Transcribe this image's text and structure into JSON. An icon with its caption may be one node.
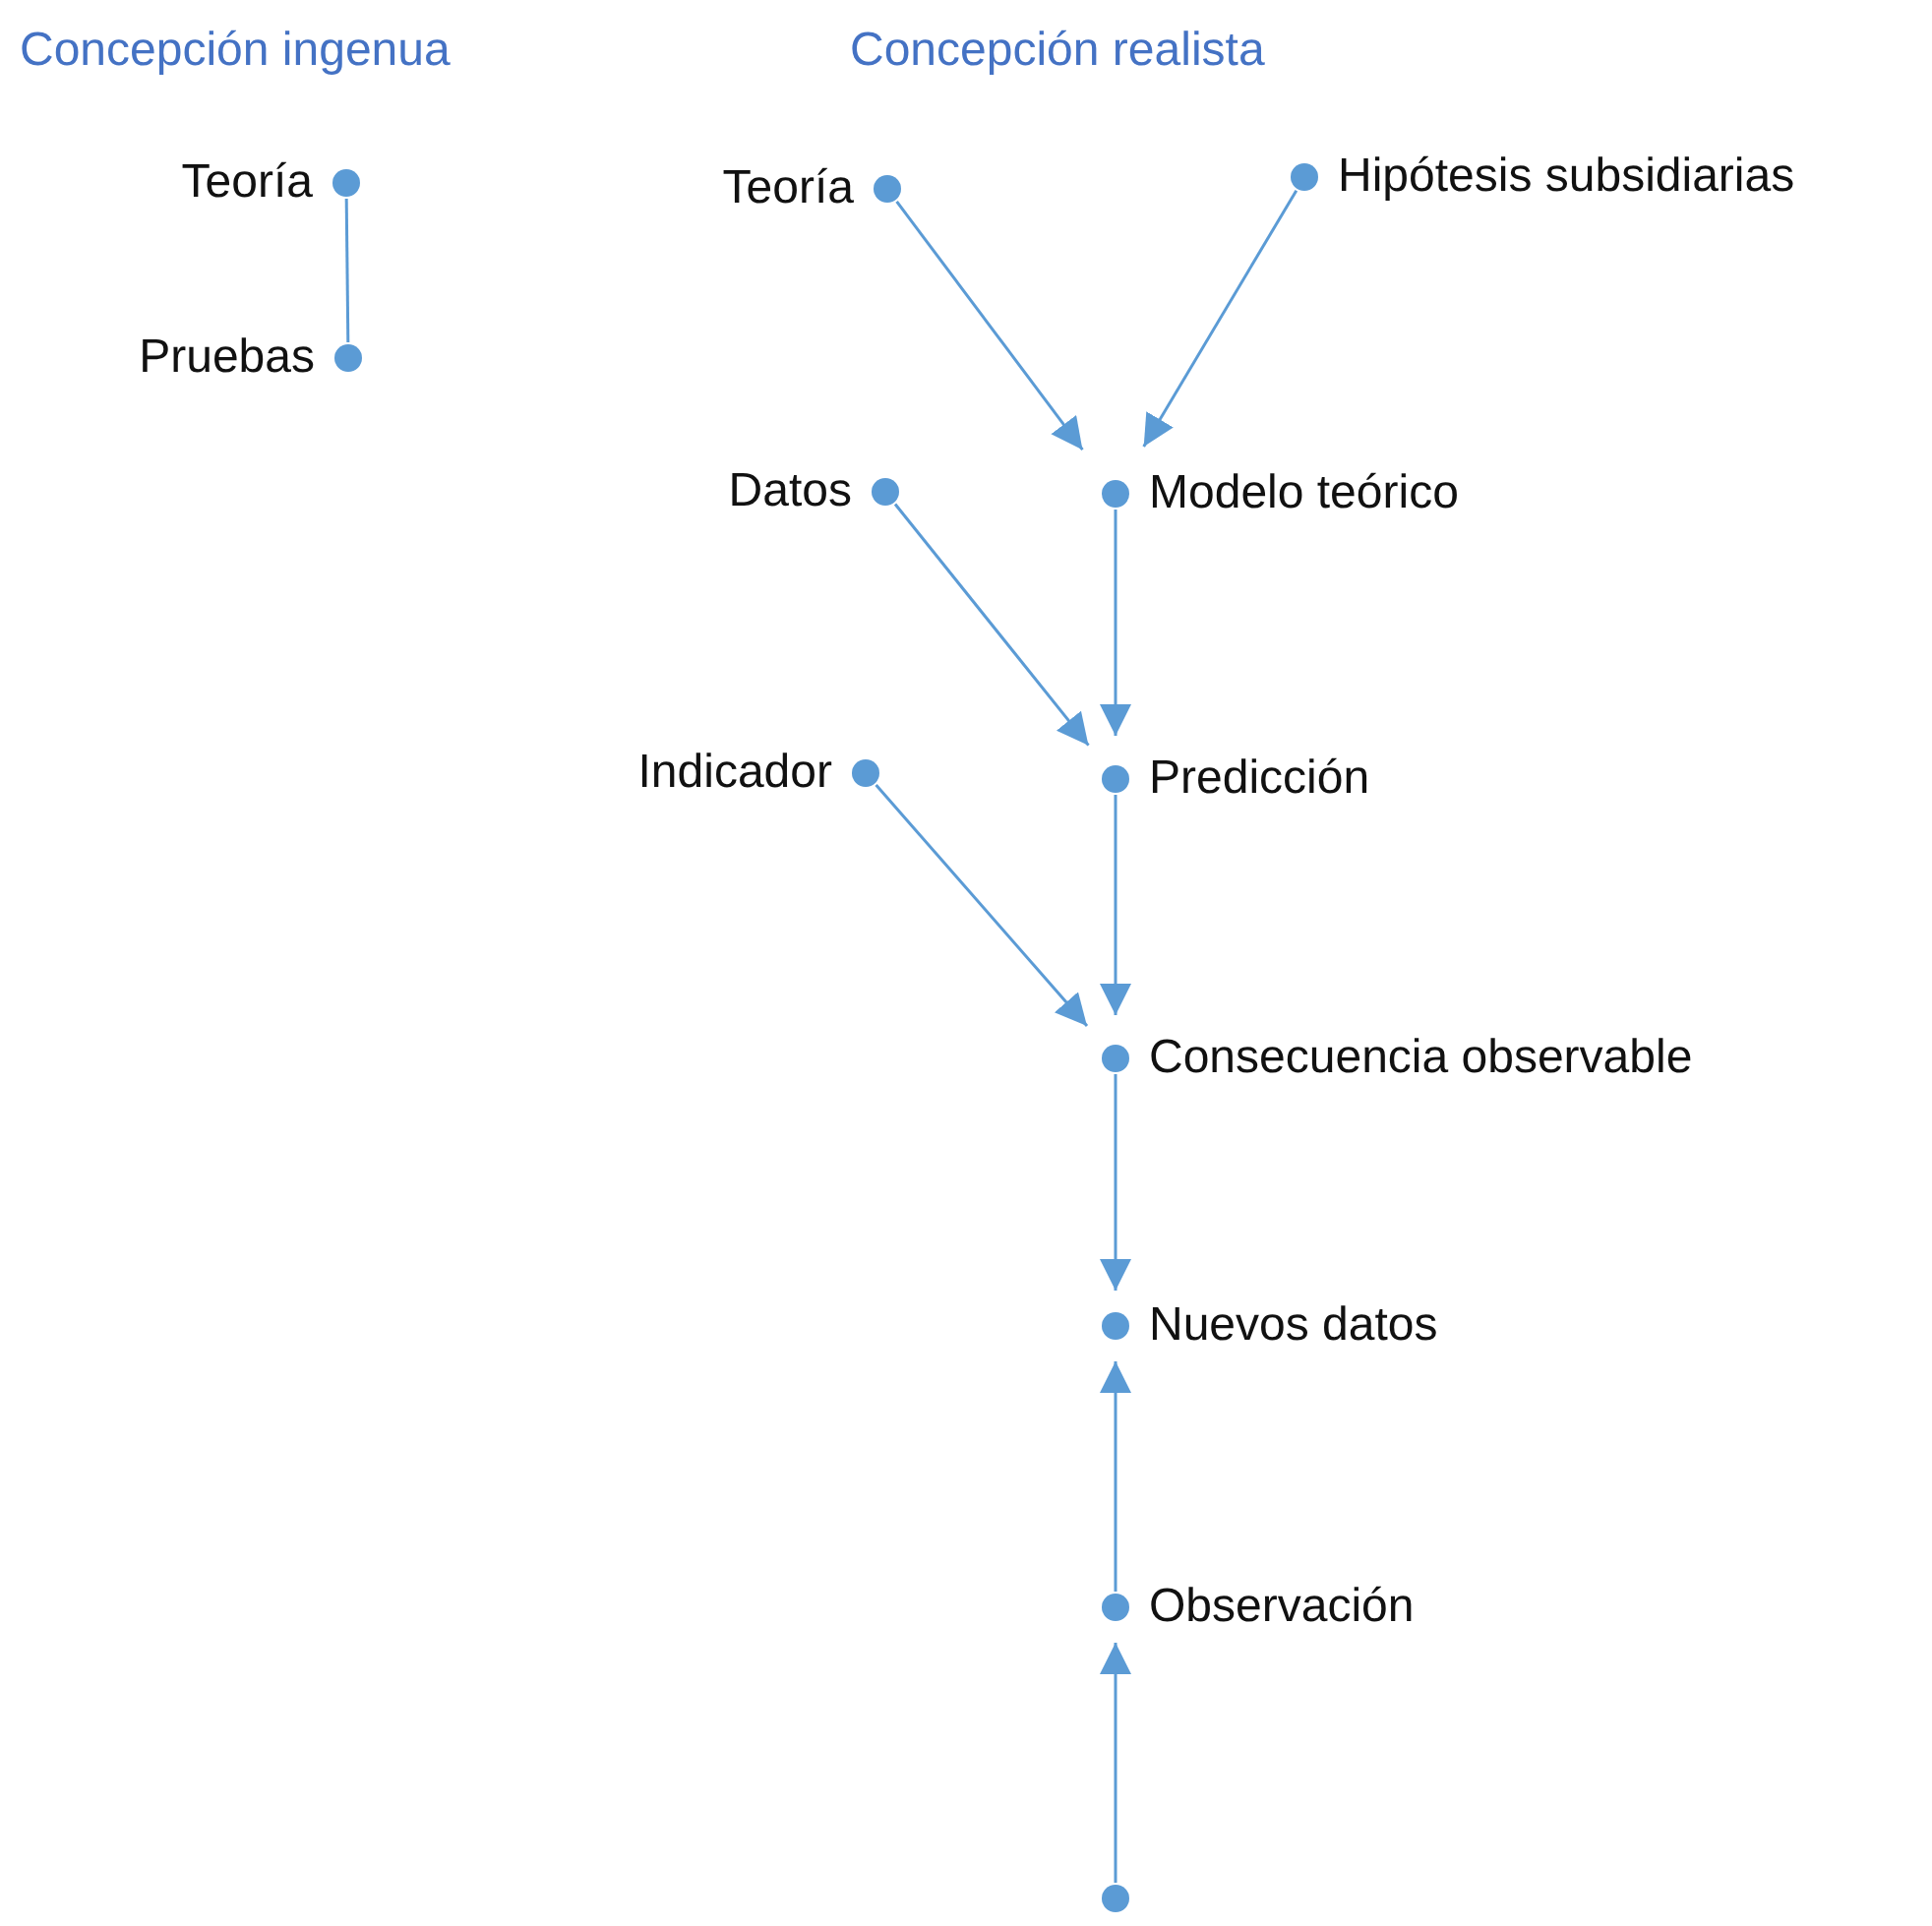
{
  "diagram": {
    "nodes": [
      {
        "text": [
          "Teoría"
        ]
      },
      {
        "text": [
          "Pruebas"
        ]
      },
      {
        "text": [
          "Teoría"
        ]
      },
      {
        "text": [
          "Hipótesis subsidiarias"
        ]
      },
      {
        "text": [
          "Modelo teórico"
        ]
      },
      {
        "text": [
          "Datos"
        ]
      },
      {
        "text": [
          "Predicción"
        ]
      },
      {
        "text": [
          "Indicador"
        ]
      },
      {
        "text": [
          "Consecuencia observable"
        ]
      },
      {
        "text": [
          "Nuevos datos"
        ]
      },
      {
        "text": [
          "Observación"
        ]
      },
      {
        "text": [],
        "shape": "circle"
      }
    ],
    "edges": [
      {
        "from": 0,
        "to": 1,
        "arrow": "none"
      },
      {
        "from": 2,
        "to": 4,
        "arrow": "to"
      },
      {
        "from": 3,
        "to": 4,
        "arrow": "to"
      },
      {
        "from": 4,
        "to": 6,
        "arrow": "to"
      },
      {
        "from": 5,
        "to": 6,
        "arrow": "to"
      },
      {
        "from": 6,
        "to": 8,
        "arrow": "to"
      },
      {
        "from": 7,
        "to": 8,
        "arrow": "to"
      },
      {
        "from": 8,
        "to": 9,
        "arrow": "to"
      },
      {
        "from": 10,
        "to": 9,
        "arrow": "to"
      },
      {
        "from": 11,
        "to": 10,
        "arrow": "to"
      }
    ],
    "labels": [
      "Concepción ingenua",
      "Concepción realista"
    ]
  }
}
